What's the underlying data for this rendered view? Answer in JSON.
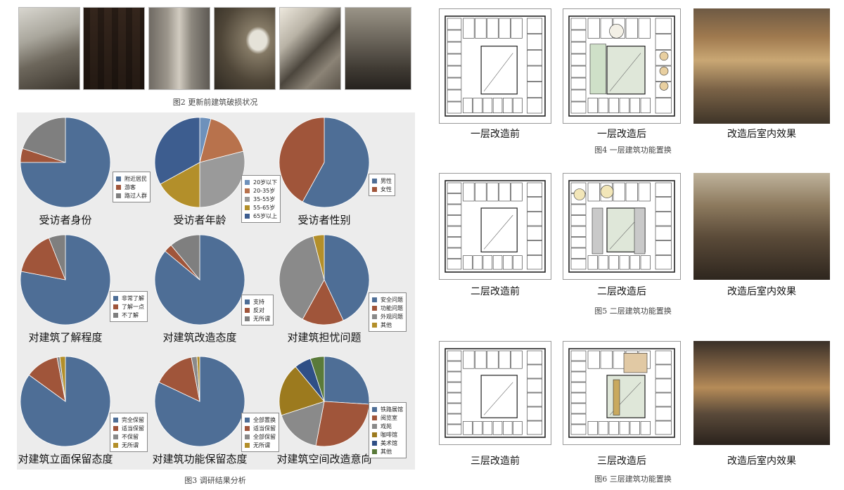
{
  "fig2": {
    "caption": "图2 更新前建筑破损状况",
    "photos": [
      "photo-1",
      "photo-2",
      "photo-3",
      "photo-4",
      "photo-5",
      "photo-6"
    ]
  },
  "fig3": {
    "caption": "图3 调研结果分析",
    "charts": [
      {
        "title": "受访者身份",
        "legend": [
          "附近居民",
          "游客",
          "路过人群"
        ],
        "colors": [
          "#4e6e96",
          "#a0553a",
          "#7f7f7f"
        ]
      },
      {
        "title": "受访者年龄",
        "legend": [
          "20岁以下",
          "20-35岁",
          "35-55岁",
          "55-65岁",
          "65岁以上"
        ],
        "colors": [
          "#6e91bb",
          "#b8724c",
          "#9a9a9a",
          "#b38f2a",
          "#3d5d8f"
        ]
      },
      {
        "title": "受访者性别",
        "legend": [
          "男性",
          "女性"
        ],
        "colors": [
          "#4e6e96",
          "#a0553a"
        ]
      },
      {
        "title": "对建筑了解程度",
        "legend": [
          "非常了解",
          "了解一点",
          "不了解"
        ],
        "colors": [
          "#4e6e96",
          "#a0553a",
          "#7f7f7f"
        ]
      },
      {
        "title": "对建筑改造态度",
        "legend": [
          "支持",
          "反对",
          "无所谓"
        ],
        "colors": [
          "#4e6e96",
          "#a0553a",
          "#7f7f7f"
        ]
      },
      {
        "title": "对建筑担忧问题",
        "legend": [
          "安全问题",
          "功能问题",
          "外观问题",
          "其他"
        ],
        "colors": [
          "#4e6e96",
          "#a0553a",
          "#8a8a8a",
          "#b38f2a"
        ]
      },
      {
        "title": "对建筑立面保留态度",
        "legend": [
          "完全保留",
          "适当保留",
          "不保留",
          "无所谓"
        ],
        "colors": [
          "#4e6e96",
          "#a0553a",
          "#8a8a8a",
          "#b38f2a"
        ]
      },
      {
        "title": "对建筑功能保留态度",
        "legend": [
          "全部置换",
          "适当保留",
          "全部保留",
          "无所谓"
        ],
        "colors": [
          "#4e6e96",
          "#a0553a",
          "#8a8a8a",
          "#b38f2a"
        ]
      },
      {
        "title": "对建筑空间改造意向",
        "legend": [
          "铁路展馆",
          "阅览室",
          "戏苑",
          "咖啡馆",
          "美术馆",
          "其他"
        ],
        "colors": [
          "#4e6e96",
          "#a0553a",
          "#8a8a8a",
          "#9c7a1e",
          "#2f4f86",
          "#5a7a3a"
        ]
      }
    ]
  },
  "chart_data": [
    {
      "type": "pie",
      "title": "受访者身份",
      "labels": [
        "附近居民",
        "游客",
        "路过人群"
      ],
      "values": [
        75,
        5,
        20
      ]
    },
    {
      "type": "pie",
      "title": "受访者年龄",
      "labels": [
        "20岁以下",
        "20-35岁",
        "35-55岁",
        "55-65岁",
        "65岁以上"
      ],
      "values": [
        4,
        17,
        29,
        17,
        33
      ]
    },
    {
      "type": "pie",
      "title": "受访者性别",
      "labels": [
        "男性",
        "女性"
      ],
      "values": [
        58,
        42
      ]
    },
    {
      "type": "pie",
      "title": "对建筑了解程度",
      "labels": [
        "非常了解",
        "了解一点",
        "不了解"
      ],
      "values": [
        78,
        16,
        6
      ]
    },
    {
      "type": "pie",
      "title": "对建筑改造态度",
      "labels": [
        "支持",
        "反对",
        "无所谓"
      ],
      "values": [
        86,
        3,
        11
      ]
    },
    {
      "type": "pie",
      "title": "对建筑担忧问题",
      "labels": [
        "安全问题",
        "功能问题",
        "外观问题",
        "其他"
      ],
      "values": [
        43,
        15,
        38,
        4
      ]
    },
    {
      "type": "pie",
      "title": "对建筑立面保留态度",
      "labels": [
        "完全保留",
        "适当保留",
        "不保留",
        "无所谓"
      ],
      "values": [
        85,
        12,
        1,
        2
      ]
    },
    {
      "type": "pie",
      "title": "对建筑功能保留态度",
      "labels": [
        "全部置换",
        "适当保留",
        "全部保留",
        "无所谓"
      ],
      "values": [
        82,
        15,
        2,
        1
      ]
    },
    {
      "type": "pie",
      "title": "对建筑空间改造意向",
      "labels": [
        "铁路展馆",
        "阅览室",
        "戏苑",
        "咖啡馆",
        "美术馆",
        "其他"
      ],
      "values": [
        26,
        27,
        17,
        19,
        6,
        5
      ]
    }
  ],
  "fig4": {
    "caption": "图4 一层建筑功能置换",
    "labels": [
      "一层改造前",
      "一层改造后",
      "改造后室内效果"
    ]
  },
  "fig5": {
    "caption": "图5 二层建筑功能置换",
    "labels": [
      "二层改造前",
      "二层改造后",
      "改造后室内效果"
    ]
  },
  "fig6": {
    "caption": "图6 三层建筑功能置换",
    "labels": [
      "三层改造前",
      "三层改造后",
      "改造后室内效果"
    ]
  }
}
